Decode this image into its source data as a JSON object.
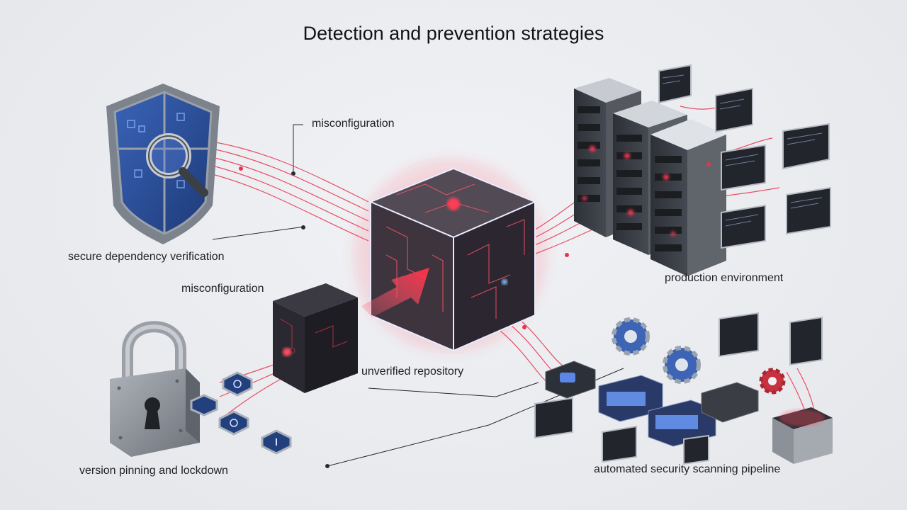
{
  "title": "Detection and prevention strategies",
  "labels": {
    "misconfig_top": "misconfiguration",
    "secure_verification": "secure dependency verification",
    "misconfig_left": "misconfiguration",
    "unverified_repo": "unverified repository",
    "production_env": "production environment",
    "version_pinning": "version pinning and lockdown",
    "scanning_pipeline": "automated security scanning pipeline"
  },
  "colors": {
    "accent_red": "#e8334a",
    "shield_blue": "#2c4f9a",
    "hex_blue": "#23407e",
    "metal": "#8b9099",
    "dark_cube": "#2a2830",
    "server_face": "#3a3d44"
  },
  "icons": [
    "shield-icon",
    "magnifier-icon",
    "padlock-icon",
    "server-rack-icon",
    "gear-icon",
    "cube-icon",
    "arrow-icon",
    "monitor-panel-icon",
    "box-icon"
  ]
}
